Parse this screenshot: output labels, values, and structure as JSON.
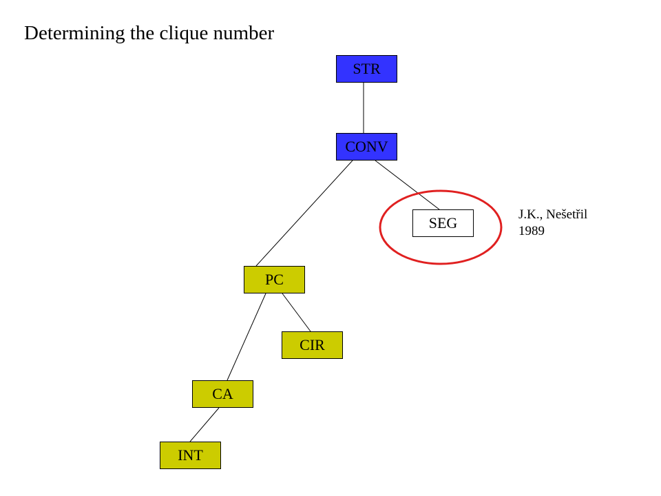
{
  "title": "Determining the clique number",
  "nodes": {
    "str": "STR",
    "conv": "CONV",
    "seg": "SEG",
    "pc": "PC",
    "cir": "CIR",
    "ca": "CA",
    "int": "INT"
  },
  "citation": {
    "line1": "J.K., Nešetřil",
    "line2": "1989"
  },
  "colors": {
    "blue_node": "#3333ff",
    "olive_node": "#cccc00",
    "highlight_ring": "#e02020"
  }
}
